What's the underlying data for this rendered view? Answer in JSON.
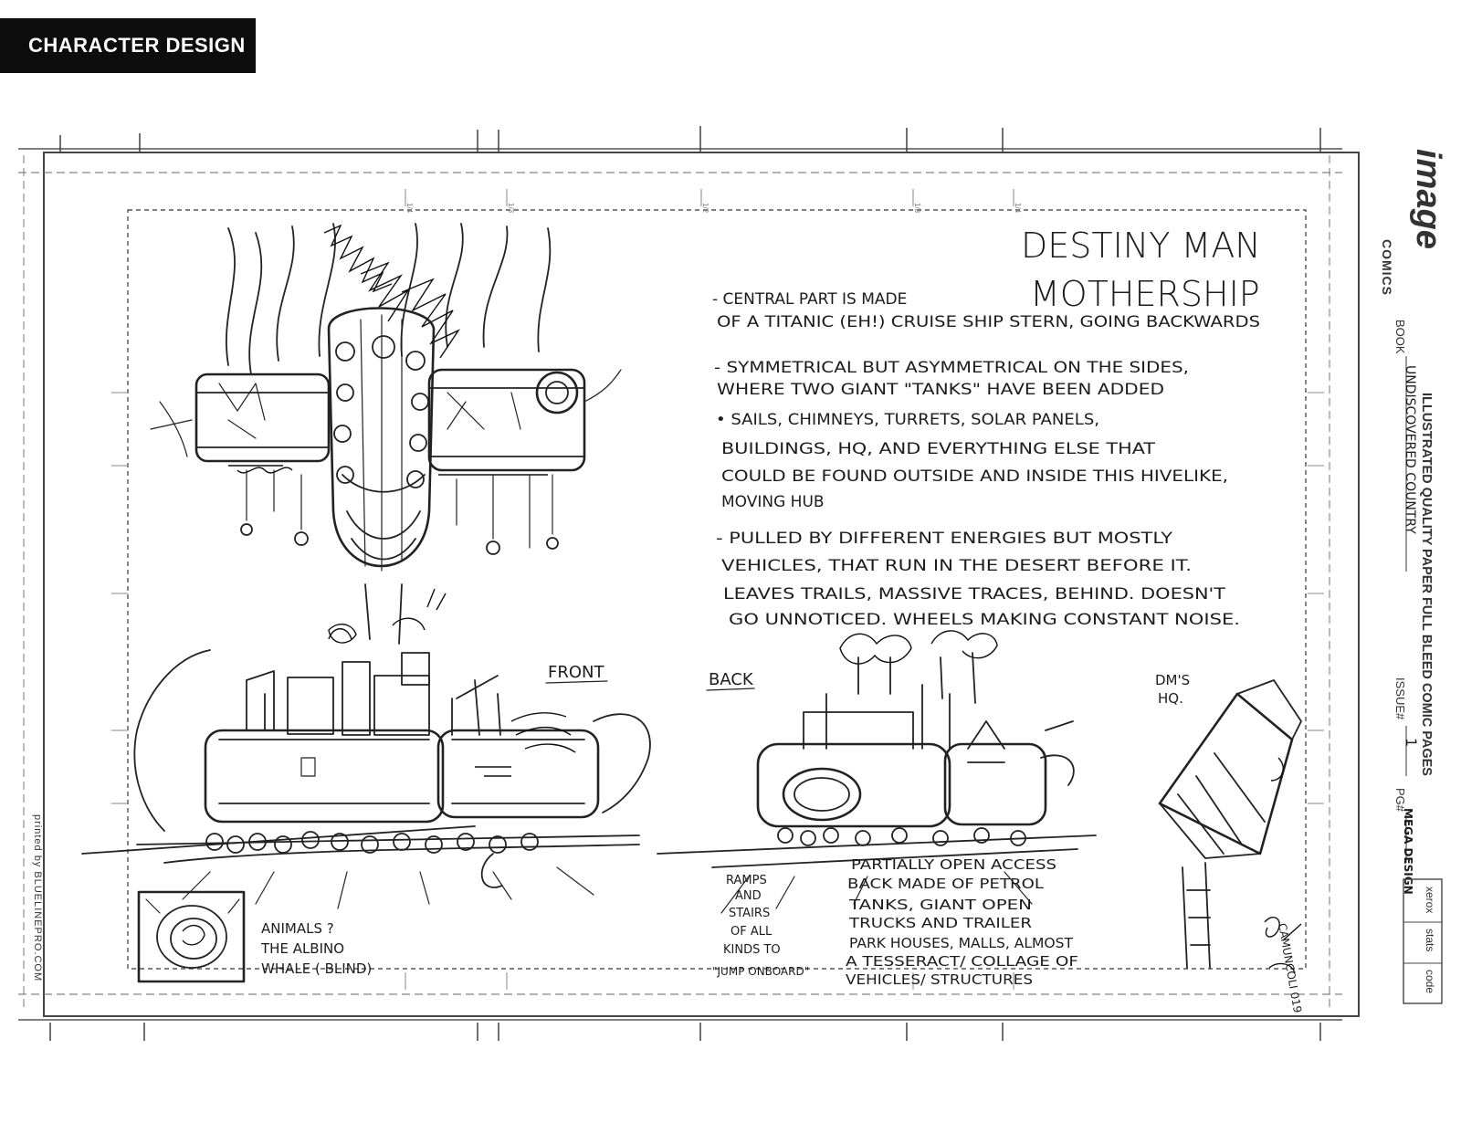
{
  "header": {
    "title": "CHARACTER DESIGN"
  },
  "sheet": {
    "publisher_logo": "image",
    "publisher_sub": "COMICS",
    "paper_label": "ILLUSTRATED QUALITY PAPER FULL BLEED COMIC PAGES",
    "book_label": "BOOK",
    "book_value": "UNDISCOVERED COUNTRY",
    "issue_label": "ISSUE#",
    "issue_value": "1",
    "page_label": "PG#",
    "page_value": "MEGA DESIGN",
    "boxes": [
      "xerox",
      "stats",
      "code"
    ],
    "printer_credit": "printed by BLUELINEPRO.COM",
    "ruler_marks": [
      "1/4",
      "1/3",
      "1/2",
      "1/3",
      "1/4"
    ]
  },
  "notes": {
    "title_line1": "DESTINY MAN",
    "title_line2": "MOTHERSHIP",
    "bullet1": [
      "- CENTRAL PART IS MADE",
      "OF A TITANIC (EH!) CRUISE SHIP STERN, GOING BACKWARDS"
    ],
    "bullet2": [
      "- SYMMETRICAL BUT ASYMMETRICAL ON THE SIDES,",
      "WHERE TWO GIANT \"TANKS\" HAVE BEEN ADDED"
    ],
    "bullet3": [
      "• SAILS, CHIMNEYS, TURRETS, SOLAR PANELS,",
      "BUILDINGS, HQ, AND EVERYTHING ELSE THAT",
      "COULD BE FOUND OUTSIDE AND INSIDE THIS HIVELIKE,",
      "MOVING HUB"
    ],
    "bullet4": [
      "- PULLED BY DIFFERENT ENERGIES BUT MOSTLY",
      "VEHICLES, THAT RUN IN THE DESERT BEFORE IT.",
      "LEAVES TRAILS, MASSIVE TRACES, BEHIND. DOESN'T",
      "GO UNNOTICED. WHEELS MAKING CONSTANT NOISE."
    ]
  },
  "labels": {
    "front": "FRONT",
    "back": "BACK",
    "hq": [
      "DM'S",
      "HQ."
    ],
    "animals": [
      "ANIMALS ?",
      "THE ALBINO",
      "WHALE ( BLIND)"
    ],
    "ramps": [
      "RAMPS",
      "AND",
      "STAIRS",
      "OF ALL",
      "KINDS TO",
      "\"JUMP ONBOARD\""
    ],
    "access": [
      "PARTIALLY OPEN ACCESS",
      "BACK MADE OF PETROL",
      "TANKS, GIANT OPEN",
      "TRUCKS AND TRAILER",
      "PARK HOUSES, MALLS, ALMOST",
      "A TESSERACT/ COLLAGE OF",
      "VEHICLES/ STRUCTURES"
    ],
    "signature": "CAMUNCOLI 019"
  }
}
